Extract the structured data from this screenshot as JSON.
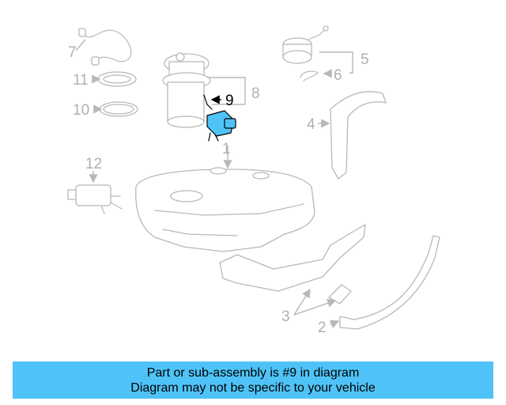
{
  "diagram": {
    "highlighted_part": "9",
    "callouts": [
      "1",
      "2",
      "3",
      "4",
      "5",
      "6",
      "7",
      "8",
      "9",
      "10",
      "11",
      "12"
    ]
  },
  "banner": {
    "line1": "Part or sub-assembly is #9 in diagram",
    "line2": "Diagram may not be specific to your vehicle",
    "color": "#4fc3f7"
  }
}
